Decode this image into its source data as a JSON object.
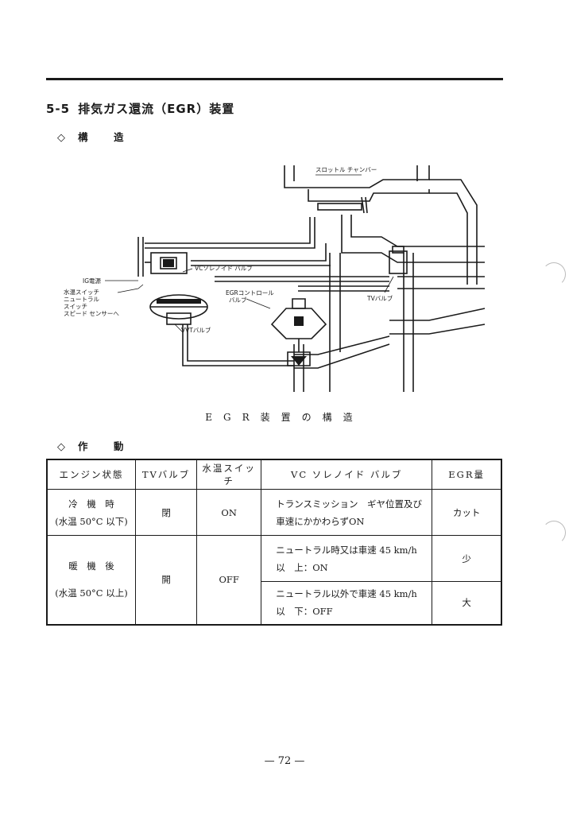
{
  "section": {
    "number": "5-5",
    "title": "排気ガス還流（EGR）装置"
  },
  "subsections": {
    "structure": {
      "marker": "◇",
      "title": "構　造"
    },
    "operation": {
      "marker": "◇",
      "title": "作　動"
    }
  },
  "diagram": {
    "labels": {
      "throttle_chamber": "スロットル チャンバー",
      "vc_solenoid": "VCソレノイド バルブ",
      "ig_power": "IG電源",
      "water_temp_switch": "水温スイッチ",
      "neutral_switch_1": "ニュートラル",
      "neutral_switch_2": "スイッチ",
      "speed_sensor": "スピード センサーへ",
      "egr_control_1": "EGRコントロール",
      "egr_control_2": "バルブ",
      "tv_valve": "TVバルブ",
      "vvt_valve": "VVTバルブ"
    },
    "caption": "EGR装置の構造"
  },
  "table": {
    "headers": [
      "エンジン状態",
      "TVバルブ",
      "水温スイッチ",
      "VC ソレノイド バルブ",
      "EGR量"
    ],
    "rows": [
      {
        "engine_state_1": "冷　機　時",
        "engine_state_2": "(水温 50°C 以下)",
        "tv_valve": "閉",
        "water_switch": "ON",
        "vc_solenoid_1": "トランスミッション　ギヤ位置及び",
        "vc_solenoid_2": "車速にかかわらずON",
        "egr_amount": "カット"
      },
      {
        "engine_state_1": "暖　機　後",
        "engine_state_2": "(水温 50°C 以上)",
        "tv_valve": "開",
        "water_switch": "OFF",
        "sub_rows": [
          {
            "vc_solenoid_1": "ニュートラル時又は車速 45 km/h",
            "vc_solenoid_2": "以　上：ON",
            "egr_amount": "少"
          },
          {
            "vc_solenoid_1": "ニュートラル以外で車速 45 km/h",
            "vc_solenoid_2": "以　下：OFF",
            "egr_amount": "大"
          }
        ]
      }
    ]
  },
  "page_number": "— 72 —"
}
